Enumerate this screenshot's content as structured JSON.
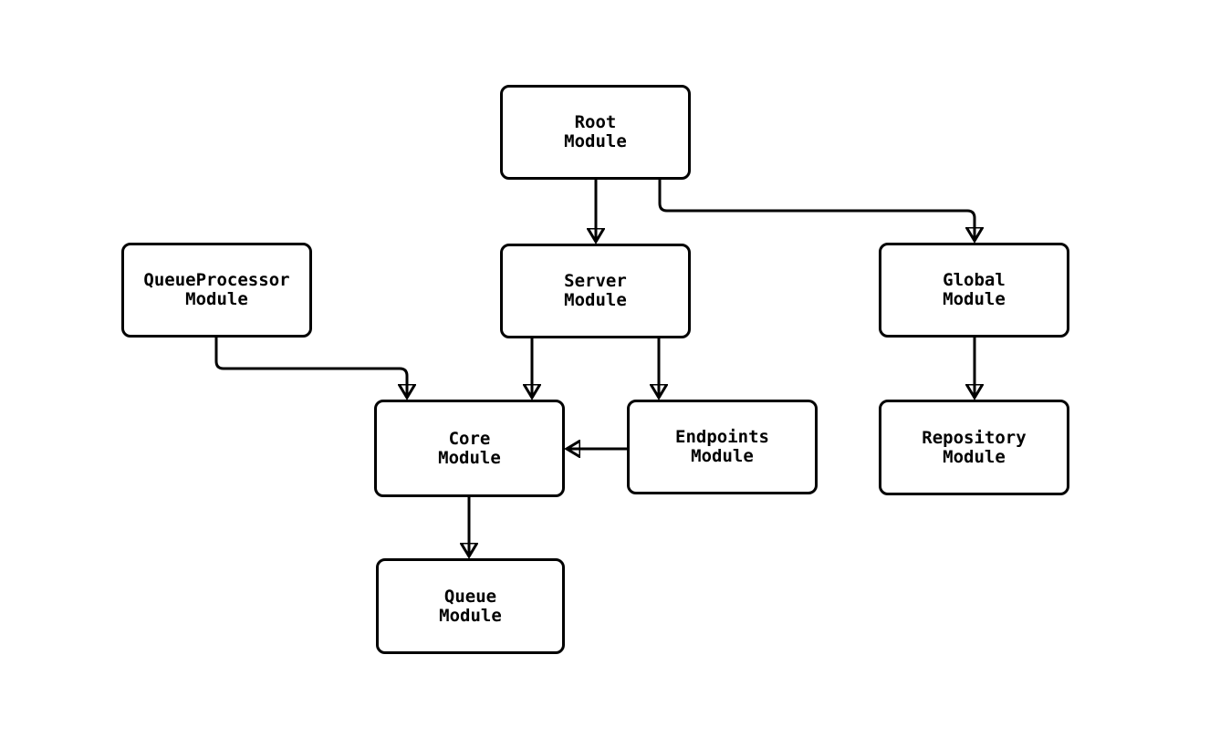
{
  "diagram": {
    "background_color": "#ffffff",
    "stroke_color": "#000000",
    "node_fill_color": "#ffffff",
    "nodes": [
      {
        "id": "root",
        "label": "Root\nModule"
      },
      {
        "id": "queueprocessor",
        "label": "QueueProcessor\nModule"
      },
      {
        "id": "server",
        "label": "Server\nModule"
      },
      {
        "id": "global",
        "label": "Global\nModule"
      },
      {
        "id": "core",
        "label": "Core\nModule"
      },
      {
        "id": "endpoints",
        "label": "Endpoints\nModule"
      },
      {
        "id": "repository",
        "label": "Repository\nModule"
      },
      {
        "id": "queue",
        "label": "Queue\nModule"
      }
    ],
    "edges": [
      {
        "from": "root",
        "to": "server"
      },
      {
        "from": "root",
        "to": "global"
      },
      {
        "from": "queueprocessor",
        "to": "core"
      },
      {
        "from": "server",
        "to": "core"
      },
      {
        "from": "server",
        "to": "endpoints"
      },
      {
        "from": "global",
        "to": "repository"
      },
      {
        "from": "endpoints",
        "to": "core"
      },
      {
        "from": "core",
        "to": "queue"
      }
    ]
  }
}
